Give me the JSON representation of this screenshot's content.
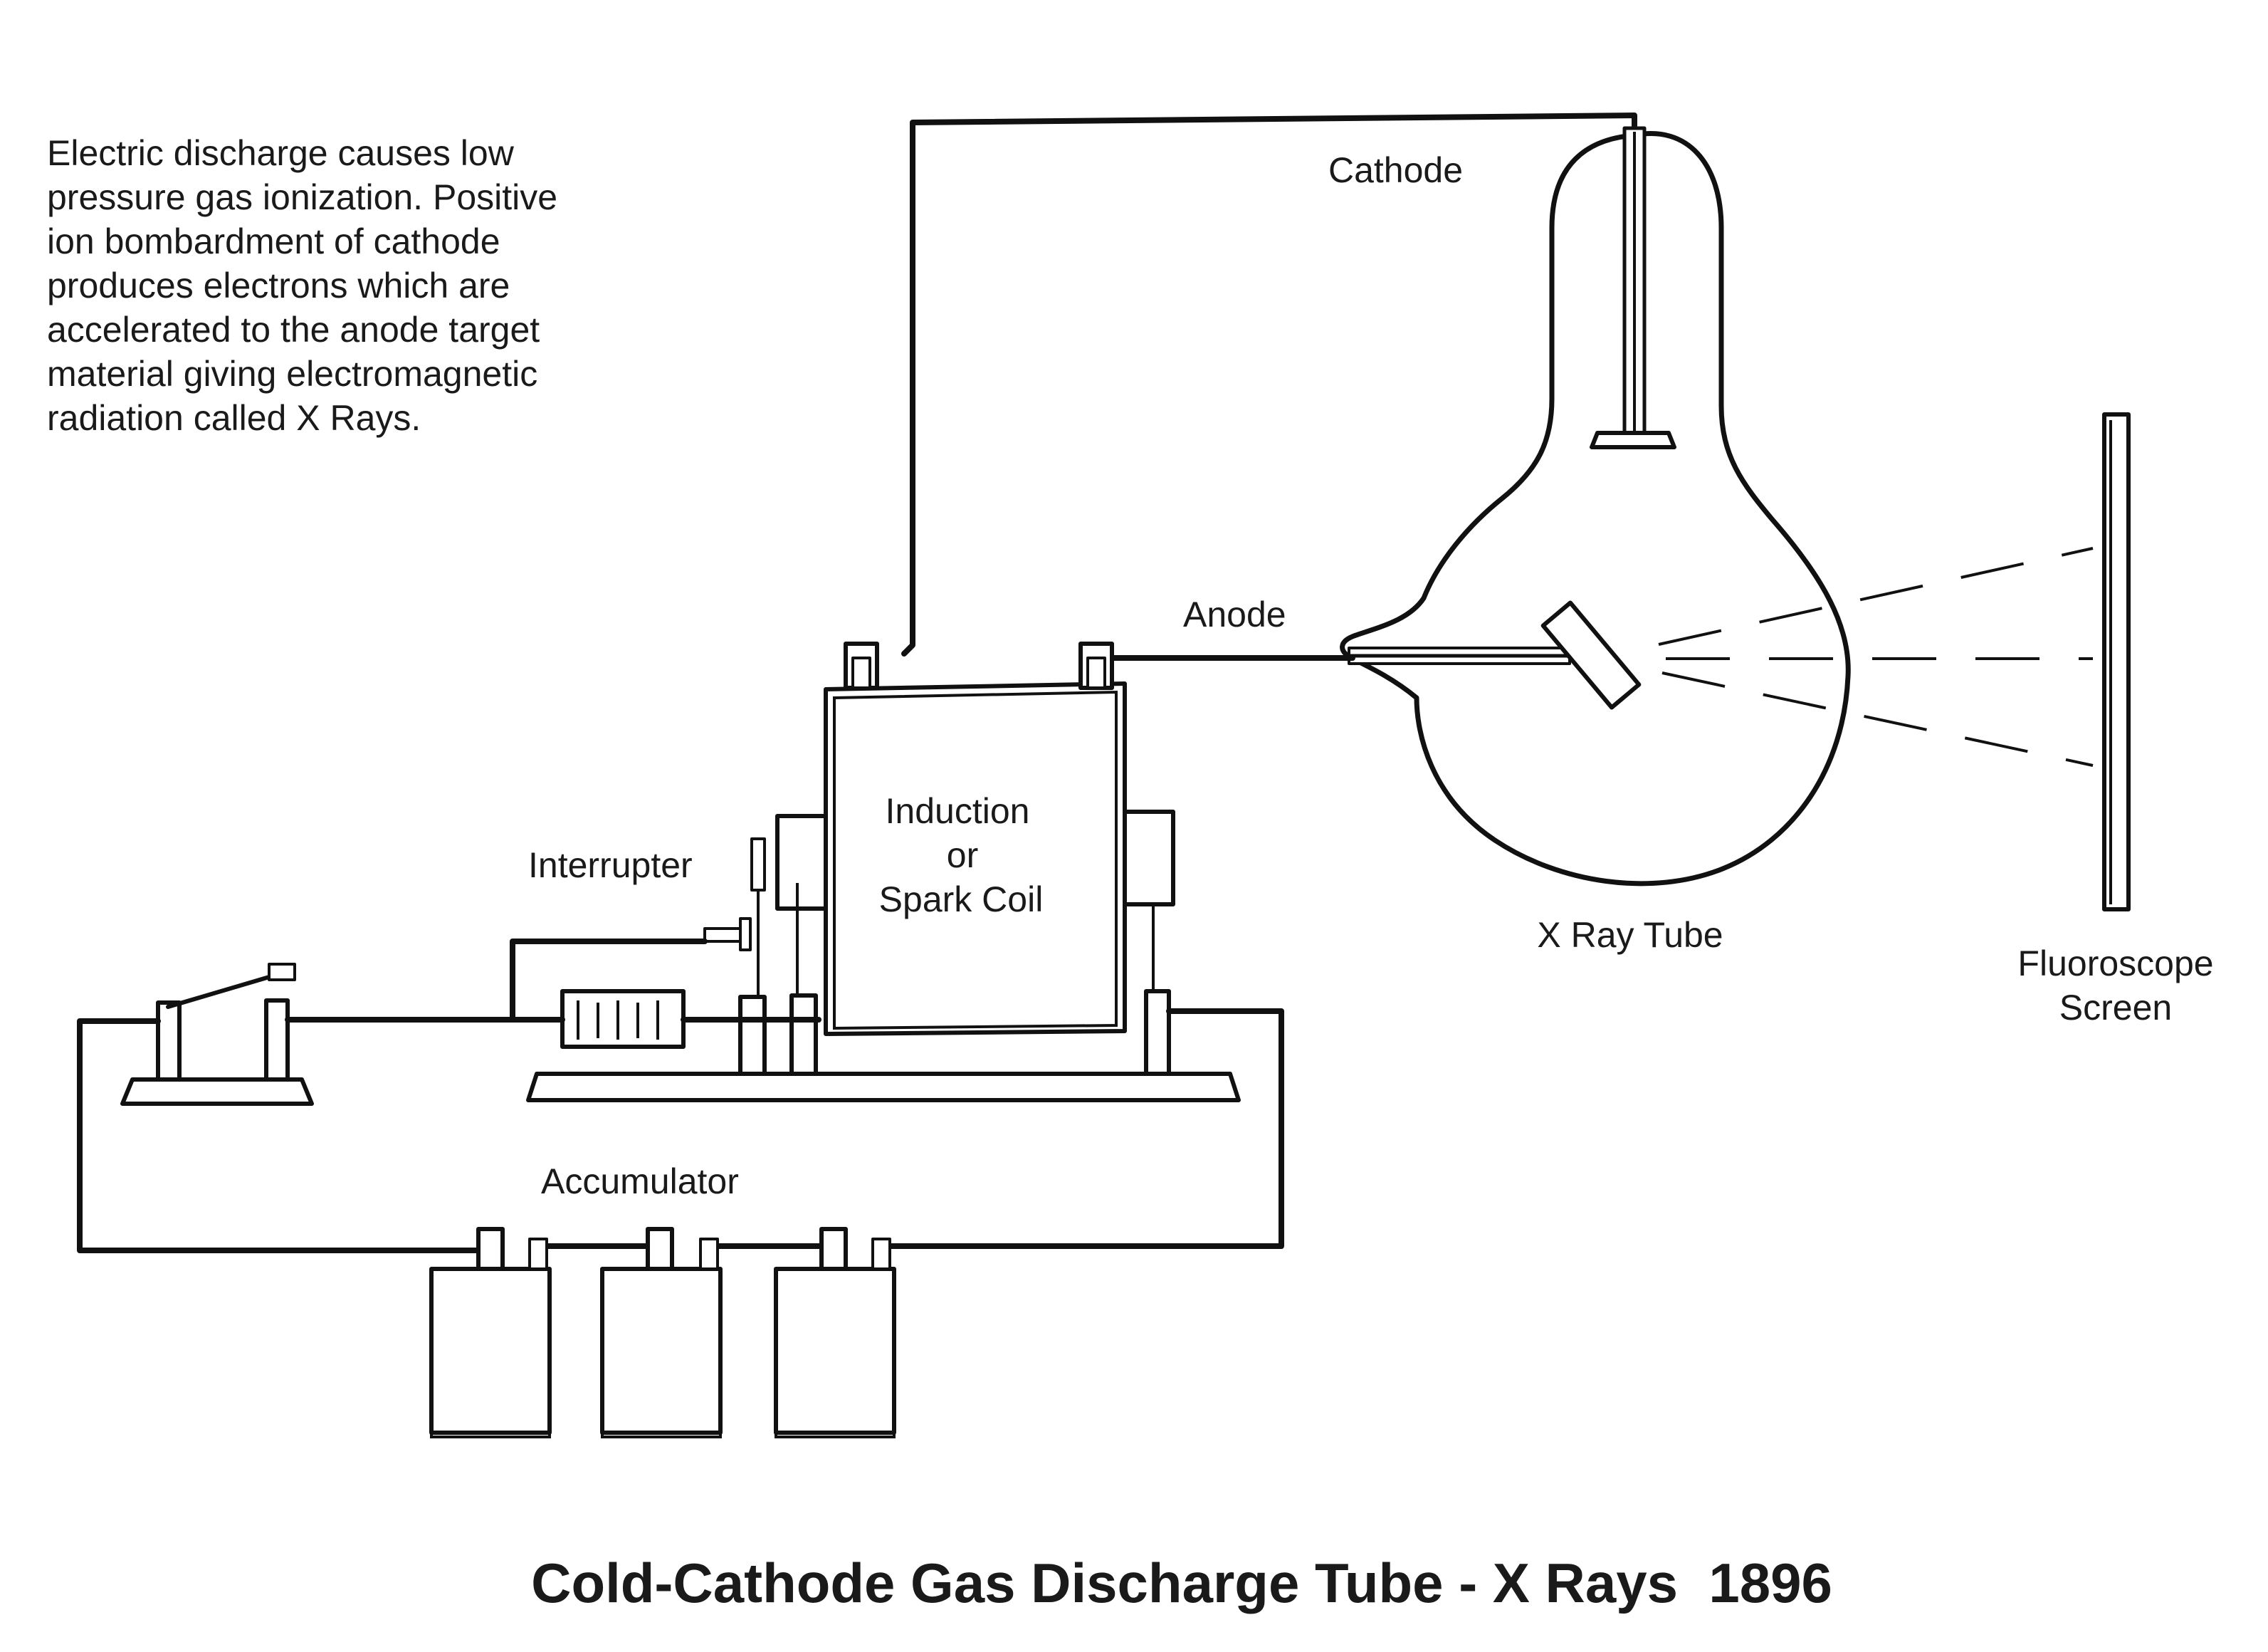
{
  "description": {
    "lines": [
      "Electric discharge causes low",
      "pressure gas ionization.  Positive",
      "ion bombardment of cathode",
      "produces electrons which are",
      "accelerated to the anode target",
      "material giving electromagnetic",
      "radiation called X Rays."
    ]
  },
  "labels": {
    "cathode": "Cathode",
    "anode": "Anode",
    "interrupter": "Interrupter",
    "coil_line1": "Induction",
    "coil_line2": "or",
    "coil_line3": "Spark Coil",
    "xray_tube": "X Ray Tube",
    "screen_line1": "Fluoroscope",
    "screen_line2": "Screen",
    "accumulator": "Accumulator"
  },
  "title": "Cold-Cathode Gas Discharge Tube - X Rays  1896"
}
